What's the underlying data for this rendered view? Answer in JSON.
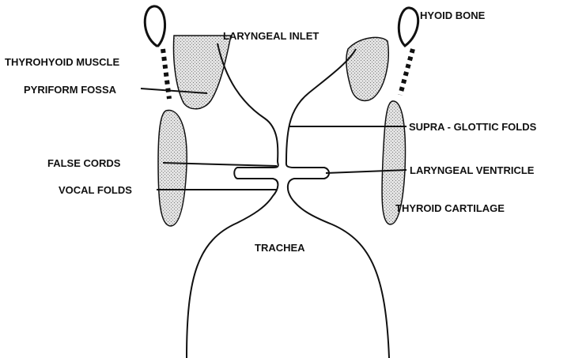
{
  "labels": {
    "laryngeal_inlet": "LARYNGEAL INLET",
    "hyoid_bone": "HYOID BONE",
    "thyrohyoid_muscle": "THYROHYOID MUSCLE",
    "pyriform_fossa": "PYRIFORM FOSSA",
    "supra_glottic_folds": "SUPRA - GLOTTIC FOLDS",
    "false_cords": "FALSE CORDS",
    "laryngeal_ventricle": "LARYNGEAL VENTRICLE",
    "vocal_folds": "VOCAL FOLDS",
    "thyroid_cartilage": "THYROID CARTILAGE",
    "trachea": "TRACHEA"
  },
  "colors": {
    "line": "#111111",
    "stipple": "#b9b9b9"
  }
}
